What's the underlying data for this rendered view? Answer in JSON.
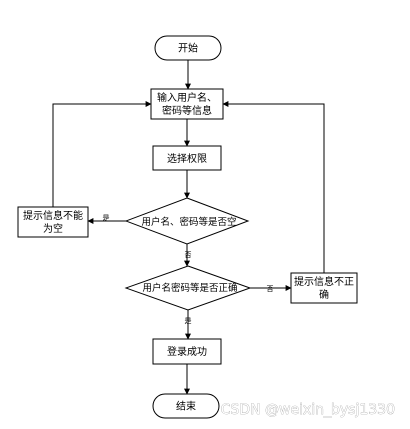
{
  "diagram": {
    "nodes": {
      "start": "开始",
      "input_line1": "输入用户名、",
      "input_line2": "密码等信息",
      "select_perm": "选择权限",
      "check_empty": "用户名、密码等是否空",
      "check_correct": "用户名密码等是否正确",
      "warn_empty_line1": "提示信息不能",
      "warn_empty_line2": "为空",
      "warn_wrong_line1": "提示信息不正",
      "warn_wrong_line2": "确",
      "login_success": "登录成功",
      "end": "结束"
    },
    "edges": {
      "empty_yes": "是",
      "empty_no": "否",
      "correct_no": "否",
      "correct_yes": "是"
    }
  },
  "watermark": "CSDN @weixin_bysj1330"
}
